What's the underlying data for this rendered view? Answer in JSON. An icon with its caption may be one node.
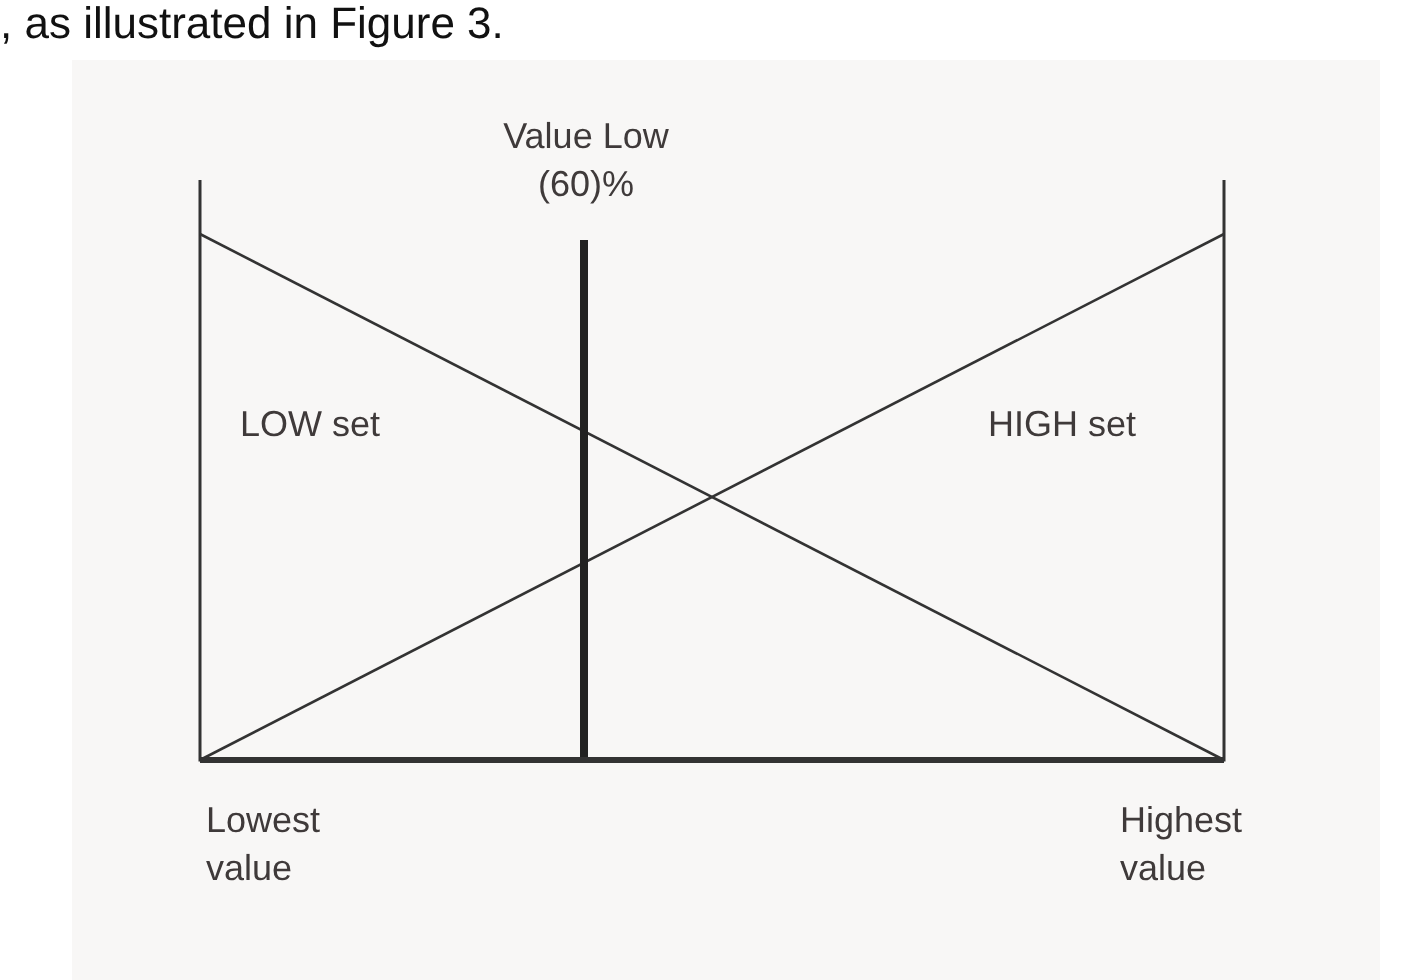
{
  "diagram": {
    "labels": [
      ", as illustrated in Figure 3.",
      "Value Low (60)%",
      "LOW set",
      "HIGH set",
      "Lowest value",
      "Highest value"
    ]
  }
}
